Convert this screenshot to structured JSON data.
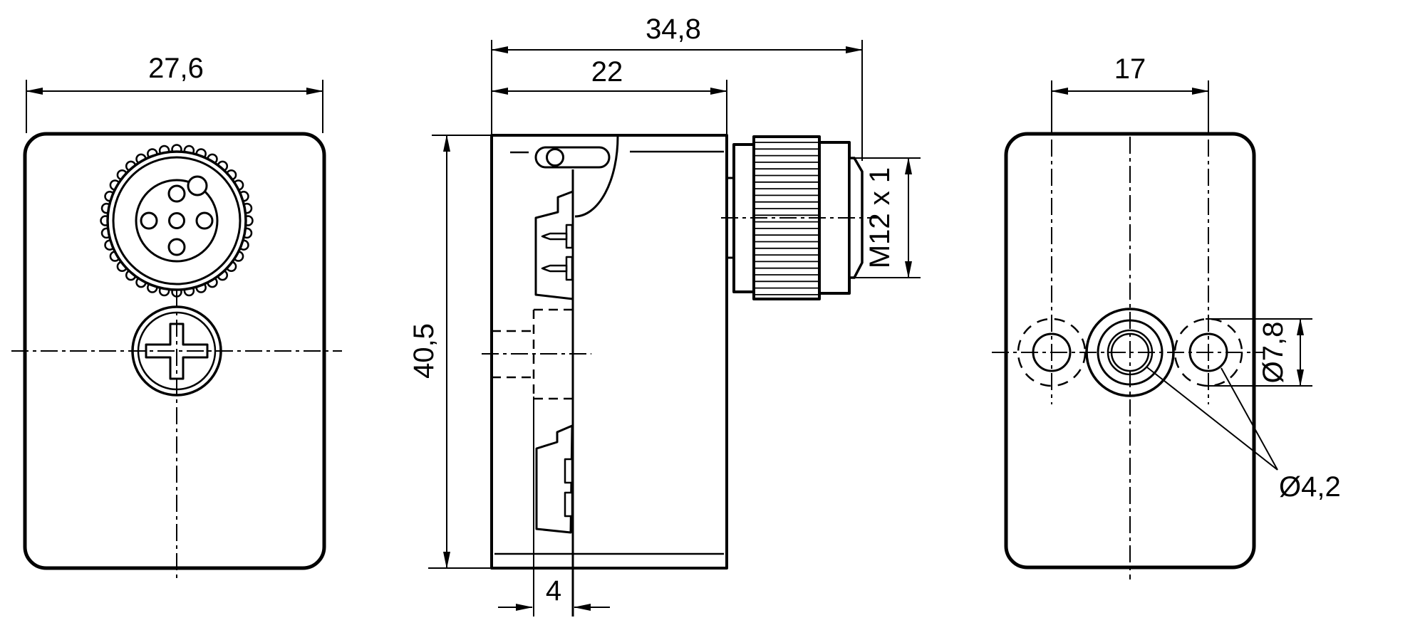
{
  "drawing": {
    "type": "technical-dimension-drawing",
    "views": [
      "front",
      "side",
      "back"
    ],
    "colors": {
      "line": "#000000",
      "background": "#ffffff"
    }
  },
  "dimensions": {
    "front_width": "27,6",
    "side_overall_depth": "34,8",
    "side_body_depth": "22",
    "side_height": "40,5",
    "side_flange_depth": "4",
    "thread_spec": "M12 x 1",
    "back_hole_spacing": "17",
    "back_counterbore_diameter": "Ø7,8",
    "back_hole_diameter": "Ø4,2"
  }
}
